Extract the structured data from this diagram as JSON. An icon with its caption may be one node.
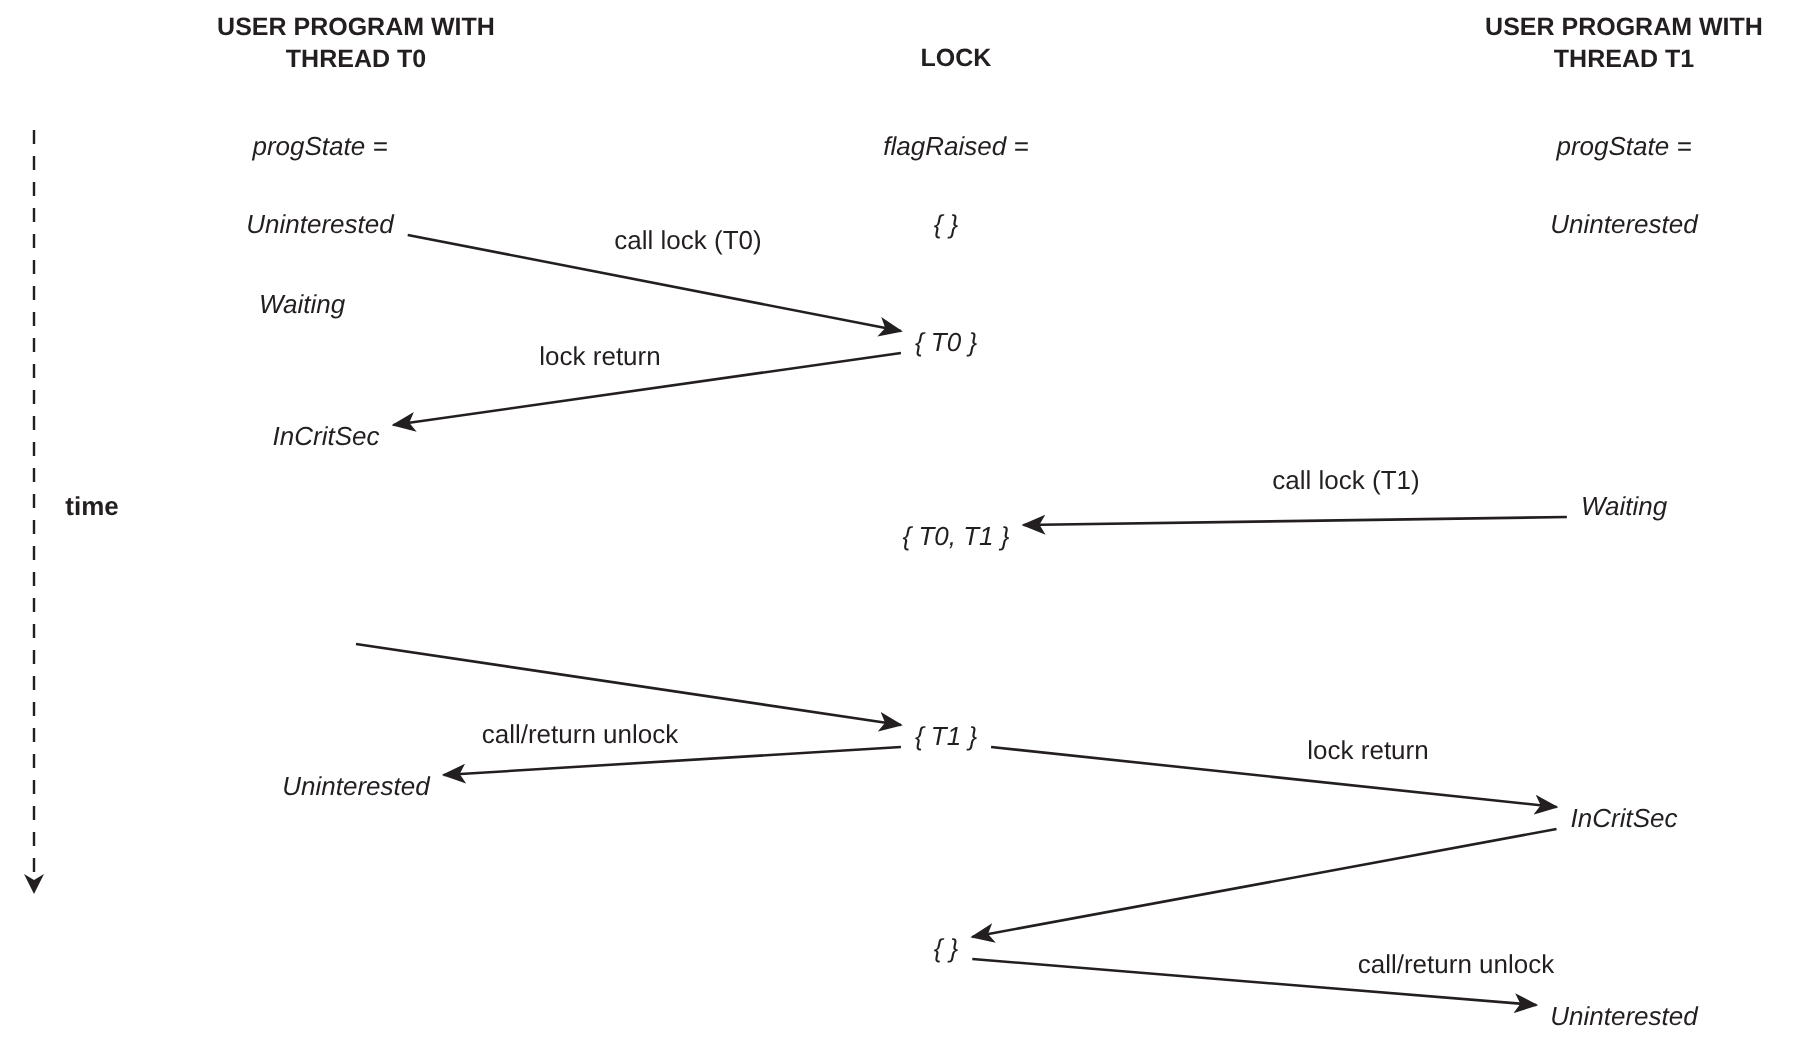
{
  "diagram": {
    "nodes": [
      {
        "text": [
          "Uninterested"
        ]
      },
      {
        "text": [
          "{ }"
        ]
      },
      {
        "text": [
          "Uninterested"
        ]
      },
      {
        "text": [
          "Waiting"
        ]
      },
      {
        "text": [
          "{ T0 }"
        ]
      },
      {
        "text": [
          "InCritSec"
        ]
      },
      {
        "text": [
          "Waiting"
        ]
      },
      {
        "text": [
          "{ T0, T1 }"
        ]
      },
      {
        "text": [
          "{ T1 }"
        ]
      },
      {
        "text": [
          "Uninterested"
        ]
      },
      {
        "text": [
          "InCritSec"
        ]
      },
      {
        "text": [
          "{ }"
        ]
      },
      {
        "text": [
          "Uninterested"
        ]
      }
    ],
    "edges": [
      {
        "from": 0,
        "to": 4,
        "arrow": "to",
        "label": "call lock (T0)"
      },
      {
        "from": 4,
        "to": 5,
        "arrow": "to",
        "label": "lock return"
      },
      {
        "from": 6,
        "to": 7,
        "arrow": "to",
        "label": "call lock (T1)"
      },
      {
        "from": null,
        "to": 8,
        "arrow": "to"
      },
      {
        "from": 8,
        "to": 9,
        "arrow": "to",
        "label": "call/return unlock"
      },
      {
        "from": 8,
        "to": 10,
        "arrow": "to",
        "label": "lock return"
      },
      {
        "from": 10,
        "to": 11,
        "arrow": "to"
      },
      {
        "from": 11,
        "to": 12,
        "arrow": "to",
        "label": "call/return unlock"
      }
    ],
    "labels": [
      "USER PROGRAM WITH THREAD T0",
      "LOCK",
      "USER PROGRAM WITH THREAD T1",
      "progState =",
      "flagRaised =",
      "progState =",
      "time"
    ]
  }
}
